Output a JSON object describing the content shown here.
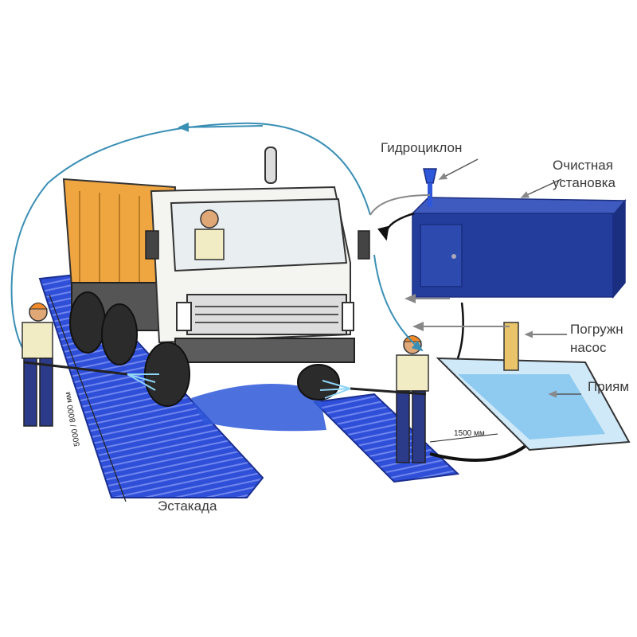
{
  "labels": {
    "hydrocyclone": "Гидроциклон",
    "cleaning_unit_line1": "Очистная",
    "cleaning_unit_line2": "установка",
    "pump_line1": "Погружн",
    "pump_line2": "насос",
    "pit": "Приям",
    "overpass": "Эстакада"
  },
  "dimensions": {
    "overpass_length": "5000 / 8000 мм",
    "hose_length": "1500 мм"
  },
  "colors": {
    "ramp_blue": "#2f4fd8",
    "tank_blue": "#233d9c",
    "water_light": "#cfe9f8",
    "flow_arrow": "#3a8fb5",
    "truck_orange": "#f0a640",
    "cab_white": "#f4f4f0"
  },
  "icons": [
    "truck-icon",
    "worker-icon",
    "hydrocyclone-icon",
    "pump-icon",
    "flow-arrow-icon"
  ]
}
